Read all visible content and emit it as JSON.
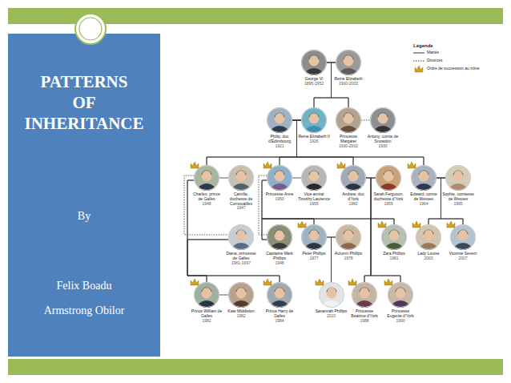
{
  "diagram": {
    "title": "PATTERNS OF INHERITANCE",
    "nodes": [
      {
        "text": [
          "George VI",
          "1895-1952"
        ]
      },
      {
        "text": [
          "Reine Elizabeth",
          "1900-2002"
        ]
      },
      {
        "text": [
          "Philip, duc d'Édimbourg",
          "1921"
        ]
      },
      {
        "text": [
          "Reine Elizabeth II",
          "1926"
        ]
      },
      {
        "text": [
          "Princesse Margaret",
          "1930-2002"
        ]
      },
      {
        "text": [
          "Antony, comte de Snowdon",
          "1930"
        ]
      },
      {
        "text": [
          "Charles, prince de Galles",
          "1948"
        ]
      },
      {
        "text": [
          "Camilla, duchesse de Cornouailles",
          "1947"
        ]
      },
      {
        "text": [
          "Princesse Anne",
          "1950"
        ]
      },
      {
        "text": [
          "Vice-amiral Timothy Laurence",
          "1955"
        ]
      },
      {
        "text": [
          "Andrew, duc d'York",
          "1960"
        ]
      },
      {
        "text": [
          "Sarah Ferguson, duchesse d'York",
          "1959"
        ]
      },
      {
        "text": [
          "Edward, comte de Wessex",
          "1964"
        ]
      },
      {
        "text": [
          "Sophie, comtesse de Wessex",
          "1965"
        ]
      },
      {
        "text": [
          "Diana, princesse de Galles",
          "1961-1997"
        ]
      },
      {
        "text": [
          "Capitaine Mark Phillips",
          "1948"
        ]
      },
      {
        "text": [
          "Peter Phillips",
          "1977"
        ]
      },
      {
        "text": [
          "Autumn Phillips",
          "1978"
        ]
      },
      {
        "text": [
          "Zara Phillips",
          "1981"
        ]
      },
      {
        "text": [
          "Lady Louise",
          "2003"
        ]
      },
      {
        "text": [
          "Vicomte Severn",
          "2007"
        ]
      },
      {
        "text": [
          "Prince William de Galles",
          "1982"
        ]
      },
      {
        "text": [
          "Kate Middleton",
          "1982"
        ]
      },
      {
        "text": [
          "Prince Harry de Galles",
          "1984"
        ]
      },
      {
        "text": [
          "Savannah Phillips",
          "2010"
        ]
      },
      {
        "text": [
          "Princesse Beatrice d'York",
          "1988"
        ]
      },
      {
        "text": [
          "Princesse Eugenie d'York",
          "1990"
        ]
      }
    ],
    "edges": [
      {
        "from": 0,
        "to": 1,
        "arrow": "none"
      },
      {
        "from": 0,
        "to": 3,
        "arrow": "none"
      },
      {
        "from": 1,
        "to": 3,
        "arrow": "none"
      },
      {
        "from": 0,
        "to": 4,
        "arrow": "none"
      },
      {
        "from": 1,
        "to": 4,
        "arrow": "none"
      },
      {
        "from": 2,
        "to": 3,
        "arrow": "none"
      },
      {
        "from": 2,
        "to": 6,
        "arrow": "none"
      },
      {
        "from": 3,
        "to": 6,
        "arrow": "none"
      },
      {
        "from": 2,
        "to": 8,
        "arrow": "none"
      },
      {
        "from": 3,
        "to": 8,
        "arrow": "none"
      },
      {
        "from": 2,
        "to": 10,
        "arrow": "none"
      },
      {
        "from": 3,
        "to": 10,
        "arrow": "none"
      },
      {
        "from": 2,
        "to": 12,
        "arrow": "none"
      },
      {
        "from": 3,
        "to": 12,
        "arrow": "none"
      },
      {
        "from": 4,
        "to": 5,
        "arrow": "none"
      },
      {
        "from": 6,
        "to": 7,
        "arrow": "none"
      },
      {
        "from": 6,
        "to": 14,
        "arrow": "none"
      },
      {
        "from": 6,
        "to": 21,
        "arrow": "none"
      },
      {
        "from": 14,
        "to": 21,
        "arrow": "none"
      },
      {
        "from": 6,
        "to": 23,
        "arrow": "none"
      },
      {
        "from": 14,
        "to": 23,
        "arrow": "none"
      },
      {
        "from": 8,
        "to": 9,
        "arrow": "none"
      },
      {
        "from": 8,
        "to": 15,
        "arrow": "none"
      },
      {
        "from": 8,
        "to": 16,
        "arrow": "none"
      },
      {
        "from": 15,
        "to": 16,
        "arrow": "none"
      },
      {
        "from": 8,
        "to": 18,
        "arrow": "none"
      },
      {
        "from": 15,
        "to": 18,
        "arrow": "none"
      },
      {
        "from": 10,
        "to": 11,
        "arrow": "none"
      },
      {
        "from": 10,
        "to": 25,
        "arrow": "none"
      },
      {
        "from": 11,
        "to": 25,
        "arrow": "none"
      },
      {
        "from": 10,
        "to": 26,
        "arrow": "none"
      },
      {
        "from": 11,
        "to": 26,
        "arrow": "none"
      },
      {
        "from": 12,
        "to": 13,
        "arrow": "none"
      },
      {
        "from": 12,
        "to": 19,
        "arrow": "none"
      },
      {
        "from": 13,
        "to": 19,
        "arrow": "none"
      },
      {
        "from": 12,
        "to": 20,
        "arrow": "none"
      },
      {
        "from": 13,
        "to": 20,
        "arrow": "none"
      },
      {
        "from": 16,
        "to": 17,
        "arrow": "none"
      },
      {
        "from": 16,
        "to": 24,
        "arrow": "none"
      },
      {
        "from": 17,
        "to": 24,
        "arrow": "none"
      },
      {
        "from": 21,
        "to": 22,
        "arrow": "none"
      }
    ],
    "labels": [
      "By",
      "Felix Boadu",
      "Armstrong Obilor",
      "Légende"
    ],
    "legend": [
      {
        "text": "Mariés"
      },
      {
        "text": "Divorcés"
      },
      {
        "text": "Ordre de succession au trône"
      }
    ]
  }
}
